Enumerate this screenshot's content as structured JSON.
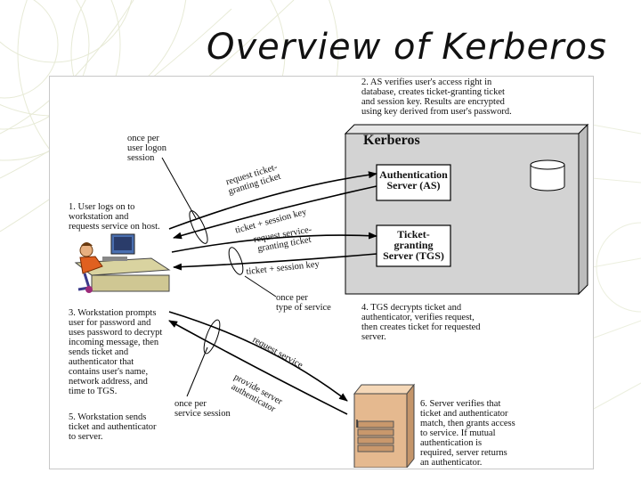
{
  "slide": {
    "title": "Overview of Kerberos"
  },
  "diagram": {
    "kerberos_label": "Kerberos",
    "as_box": [
      "Authentication",
      "Server (AS)"
    ],
    "tgs_box": [
      "Ticket-",
      "granting",
      "Server (TGS)"
    ],
    "notes": {
      "step2": [
        "2. AS verifies user's access right in",
        "database, creates ticket-granting ticket",
        "and session key. Results are encrypted",
        "using key derived from user's password."
      ],
      "once_logon": [
        "once per",
        "user logon",
        "session"
      ],
      "step1": [
        "1. User logs on to",
        "workstation and",
        "requests service on host."
      ],
      "once_service_type": [
        "once per",
        "type of service"
      ],
      "step3": [
        "3. Workstation prompts",
        "user for password and",
        "uses password to decrypt",
        "incoming message, then",
        "sends ticket and",
        "authenticator that",
        "contains user's name,",
        "network address, and",
        "time to TGS."
      ],
      "step4": [
        "4. TGS decrypts ticket and",
        "authenticator, verifies request,",
        "then creates ticket for requested",
        "server."
      ],
      "once_service_session": [
        "once per",
        "service session"
      ],
      "step5": [
        "5. Workstation sends",
        "ticket and authenticator",
        "to server."
      ],
      "step6": [
        "6. Server verifies that",
        "ticket and authenticator",
        "match, then grants access",
        "to service. If mutual",
        "authentication is",
        "required, server returns",
        "an authenticator."
      ]
    },
    "arrow_labels": {
      "request_tgt": [
        "request ticket-",
        "granting ticket"
      ],
      "ticket_session_key_1": "ticket + session key",
      "request_service_gt": [
        "request service-",
        "granting ticket"
      ],
      "ticket_session_key_2": "ticket + session key",
      "request_service": "request service",
      "provide_server_auth": [
        "provide server",
        "authenticator"
      ]
    }
  }
}
